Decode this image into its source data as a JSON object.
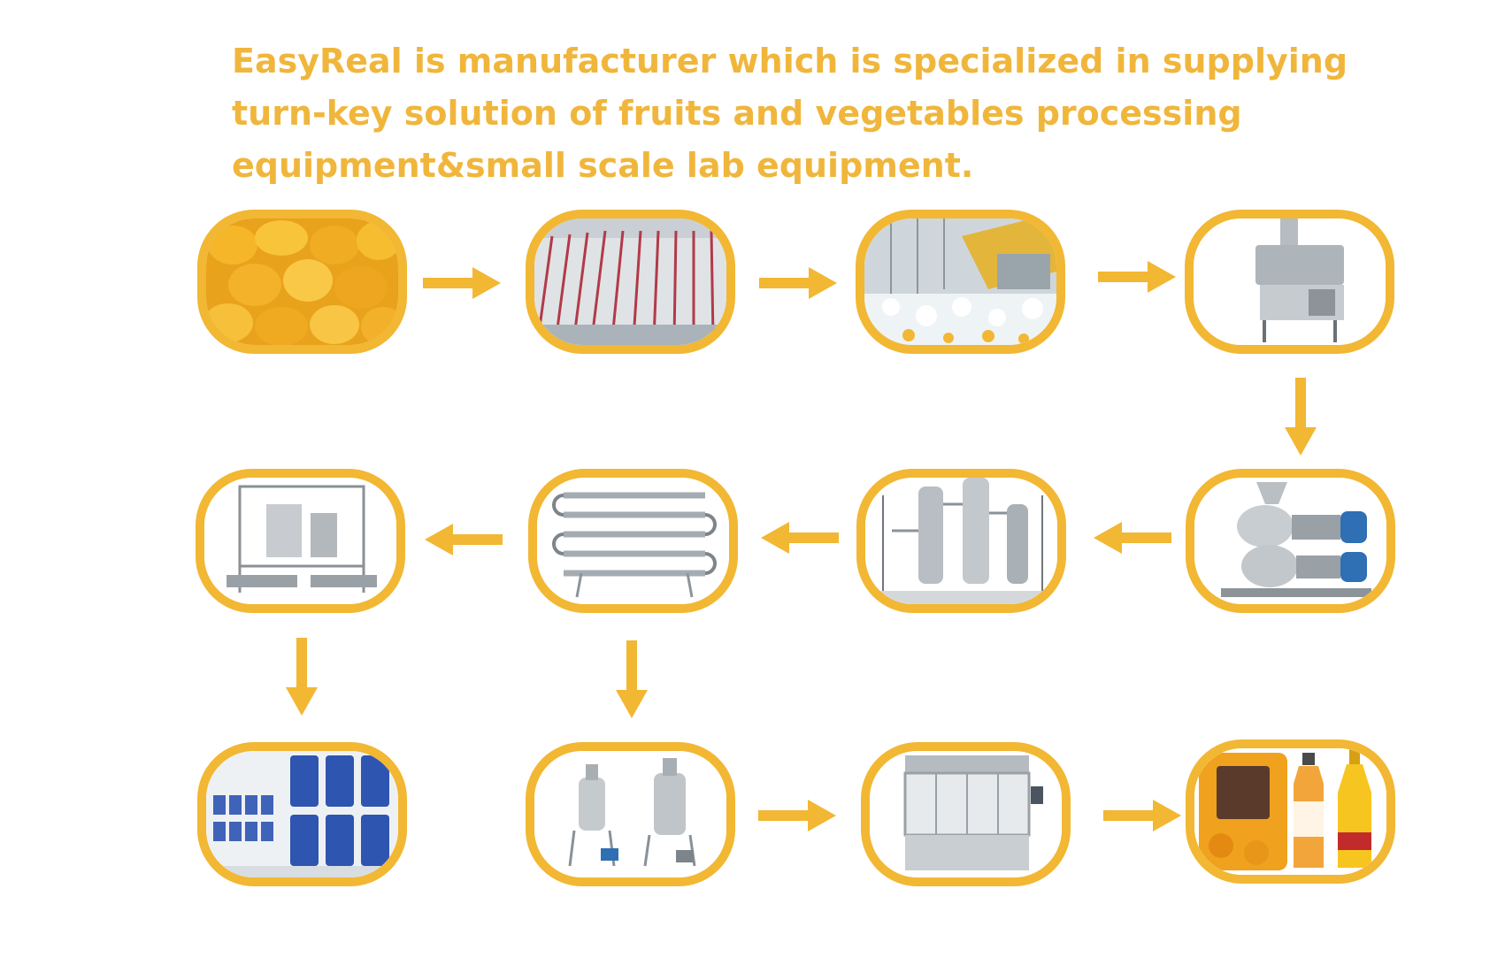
{
  "headline": "EasyReal  is manufacturer  which  is  specialized in supplying turn-key solution of fruits and vegetables processing equipment&small scale lab equipment.",
  "colors": {
    "headline": "#f0b63c",
    "frame": "#f2b733",
    "arrow": "#f2b733"
  },
  "steps": [
    {
      "id": "raw-mango",
      "icon": "mango-pile-icon"
    },
    {
      "id": "conveyor",
      "icon": "conveyor-icon"
    },
    {
      "id": "washer",
      "icon": "bubble-washer-icon"
    },
    {
      "id": "crusher",
      "icon": "crusher-machine-icon"
    },
    {
      "id": "pulper",
      "icon": "pulper-refiner-icon"
    },
    {
      "id": "evaporator",
      "icon": "evaporator-icon"
    },
    {
      "id": "sterilizer",
      "icon": "tube-sterilizer-icon"
    },
    {
      "id": "aseptic-filler",
      "icon": "aseptic-bag-filler-icon"
    },
    {
      "id": "drum-storage",
      "icon": "blue-drums-icon"
    },
    {
      "id": "deaerator",
      "icon": "deaerator-tanks-icon"
    },
    {
      "id": "bottle-filler",
      "icon": "bottle-filling-machine-icon"
    },
    {
      "id": "final-products",
      "icon": "mango-products-icon"
    }
  ]
}
